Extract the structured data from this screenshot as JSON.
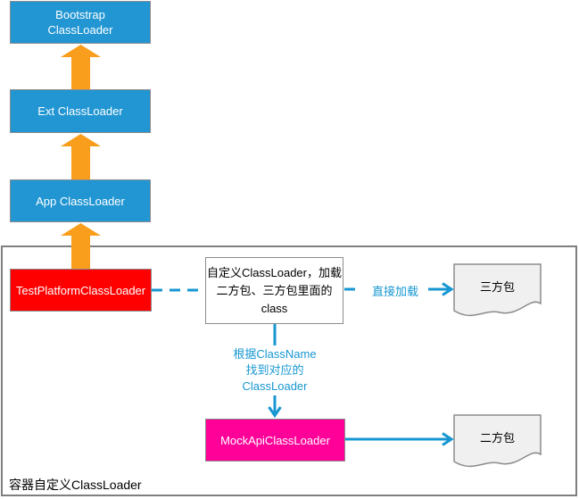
{
  "diagram": {
    "parent_loaders": {
      "bootstrap": {
        "line1": "Bootstrap",
        "line2": "ClassLoader"
      },
      "ext": {
        "label": "Ext ClassLoader"
      },
      "app": {
        "label": "App ClassLoader"
      }
    },
    "container": {
      "title": "容器自定义ClassLoader",
      "test_platform": {
        "label": "TestPlatformClassLoader"
      },
      "note": {
        "line1": "自定义ClassLoader，加载",
        "line2": "二方包、三方包里面的",
        "line3": "class"
      },
      "mock_api": {
        "label": "MockApiClassLoader"
      },
      "doc_third_party": {
        "label": "三方包"
      },
      "doc_second_party": {
        "label": "二方包"
      },
      "edge_direct_load": {
        "label": "直接加载"
      },
      "edge_find_loader": {
        "line1": "根据ClassName",
        "line2": "找到对应的",
        "line3": "ClassLoader"
      }
    },
    "colors": {
      "loader_blue": "#2196D3",
      "arrow_orange": "#F99D1C",
      "test_platform_red": "#FF0000",
      "mock_api_magenta": "#FF0099",
      "connector_blue": "#1797D2",
      "document_fill": "#F0F0F0",
      "border_gray": "#8C8C8C"
    }
  }
}
